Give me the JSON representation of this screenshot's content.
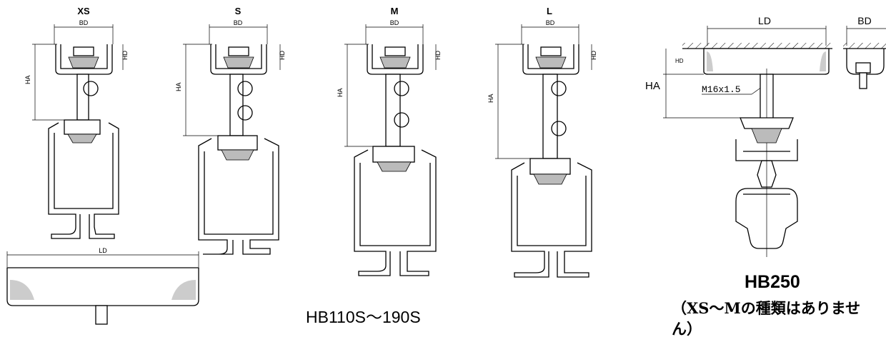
{
  "sizes": [
    {
      "label": "XS",
      "dims": {
        "bd": "BD",
        "hd": "HD",
        "ha": "HA"
      }
    },
    {
      "label": "S",
      "dims": {
        "bd": "BD",
        "hd": "HD",
        "ha": "HA"
      }
    },
    {
      "label": "M",
      "dims": {
        "bd": "BD",
        "hd": "HD",
        "ha": "HA"
      }
    },
    {
      "label": "L",
      "dims": {
        "bd": "BD",
        "hd": "HD",
        "ha": "HA"
      }
    }
  ],
  "base_plate": {
    "ld": "LD"
  },
  "hb250": {
    "ld": "LD",
    "bd": "BD",
    "hd": "HD",
    "ha": "HA",
    "bolt": "M16x1.5",
    "title": "HB250",
    "note": "（XS～Mの種類はありません）"
  },
  "caption_hb110": "HB110S～190S"
}
